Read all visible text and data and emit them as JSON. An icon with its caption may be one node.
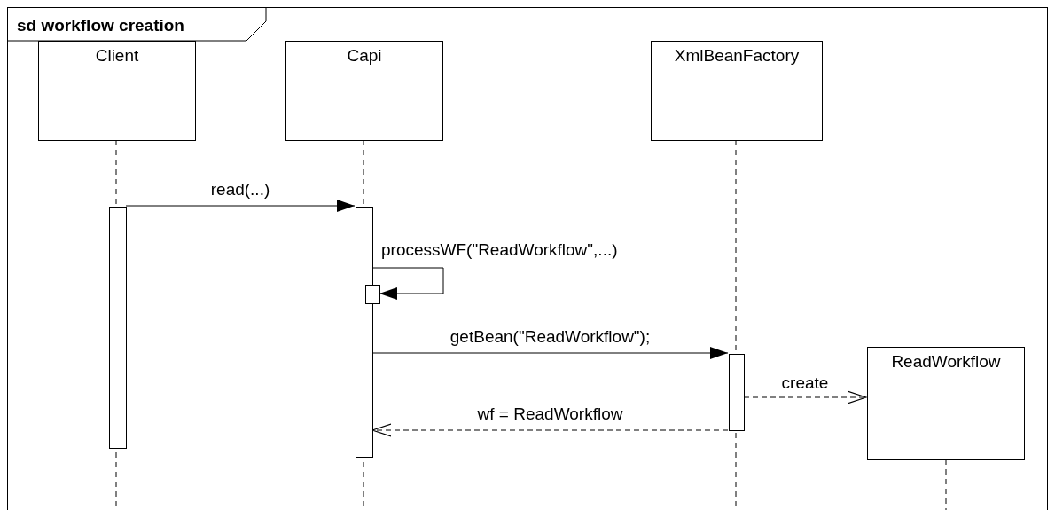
{
  "diagram": {
    "nodes": [
      {
        "text": [
          "sd workflow creation"
        ]
      },
      {
        "text": [
          "Client"
        ],
        "in": 0
      },
      {
        "text": [
          "Capi"
        ],
        "in": 0
      },
      {
        "text": [
          "XmlBeanFactory"
        ],
        "in": 0
      },
      {
        "text": [
          "ReadWorkflow"
        ],
        "in": 0
      },
      {
        "text": [],
        "shape": "bar",
        "in": 0
      },
      {
        "text": [],
        "shape": "bar",
        "in": 0
      },
      {
        "text": [],
        "shape": "bar",
        "in": 0
      },
      {
        "text": [],
        "shape": "bar",
        "in": 0
      }
    ],
    "edges": [
      {
        "from": 5,
        "to": 6,
        "arrow": "to",
        "label": "read(...)"
      },
      {
        "from": 6,
        "to": 7,
        "arrow": "to",
        "label": "processWF(\"ReadWorkflow\",...)"
      },
      {
        "from": 6,
        "to": 8,
        "arrow": "to",
        "label": "getBean(\"ReadWorkflow\");"
      },
      {
        "from": 8,
        "to": 4,
        "arrow": "to",
        "label": "create",
        "style": "dashed"
      },
      {
        "from": 8,
        "to": 6,
        "arrow": "to",
        "label": "wf = ReadWorkflow",
        "style": "dashed"
      }
    ]
  }
}
